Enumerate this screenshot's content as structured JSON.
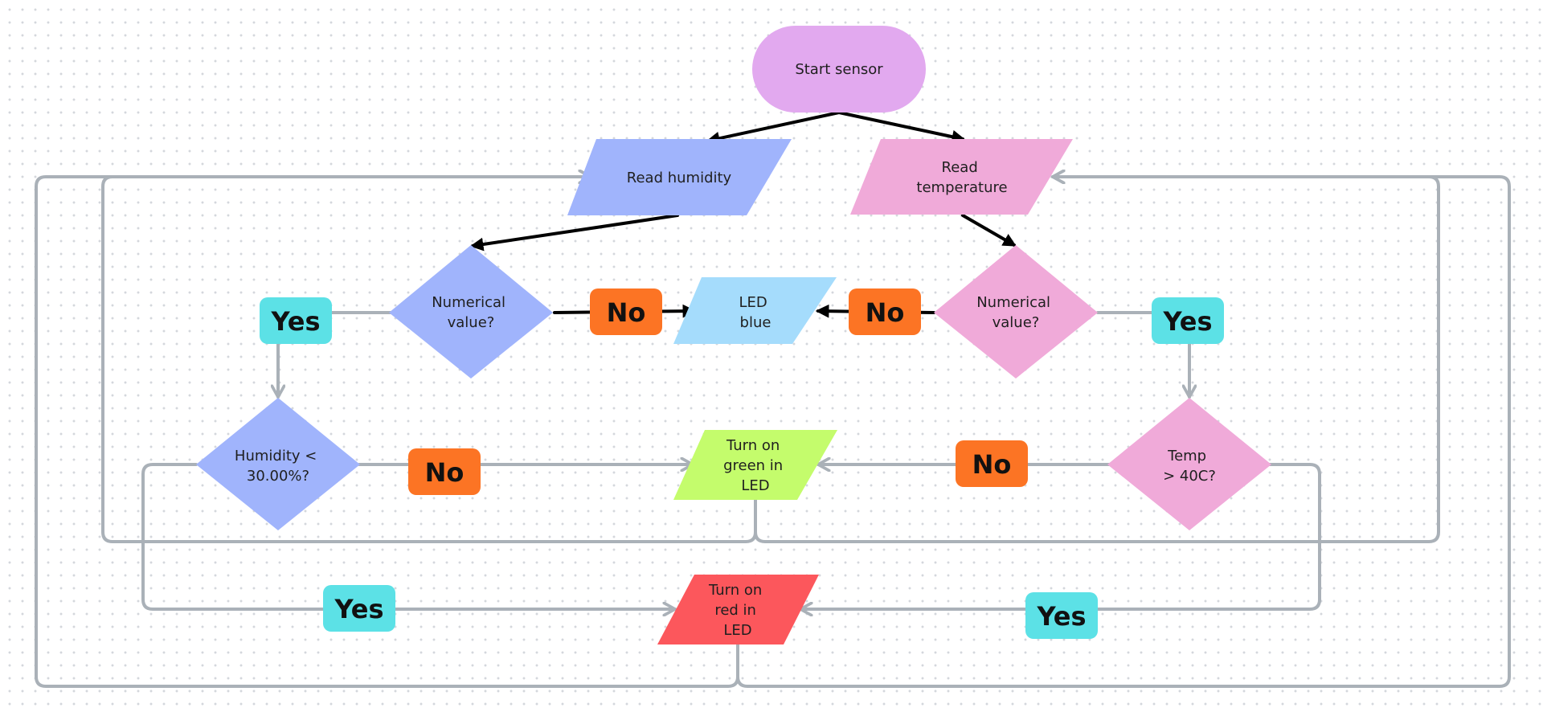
{
  "colors": {
    "connector_gray": "#aab1b8",
    "connector_black": "#000000",
    "start": "#e2a9ef",
    "humidity_blue": "#a0b4fc",
    "temperature_pink": "#f0aad9",
    "led_blue": "#a5dcfc",
    "led_green": "#c4fc6c",
    "led_red": "#fc575c",
    "yes_badge": "#5ce1e6",
    "no_badge": "#fc7424"
  },
  "nodes": {
    "start": {
      "lines": [
        "Start sensor"
      ]
    },
    "read_humidity": {
      "lines": [
        "Read humidity"
      ]
    },
    "read_temperature": {
      "lines": [
        "Read",
        "temperature"
      ]
    },
    "humidity_numeric": {
      "lines": [
        "Numerical",
        "value?"
      ]
    },
    "temperature_numeric": {
      "lines": [
        "Numerical",
        "value?"
      ]
    },
    "led_blue": {
      "lines": [
        "LED",
        "blue"
      ]
    },
    "humidity_check": {
      "lines": [
        "Humidity <",
        "30.00%?"
      ]
    },
    "temp_check": {
      "lines": [
        "Temp",
        "> 40C?"
      ]
    },
    "led_green": {
      "lines": [
        "Turn on",
        "green in",
        "LED"
      ]
    },
    "led_red": {
      "lines": [
        "Turn on",
        "red in",
        "LED"
      ]
    }
  },
  "labels": {
    "yes_humidity_numeric": "Yes",
    "no_humidity_numeric": "No",
    "no_temperature_numeric": "No",
    "yes_temperature_numeric": "Yes",
    "no_humidity_check": "No",
    "no_temp_check": "No",
    "yes_humidity_check": "Yes",
    "yes_temp_check": "Yes"
  }
}
